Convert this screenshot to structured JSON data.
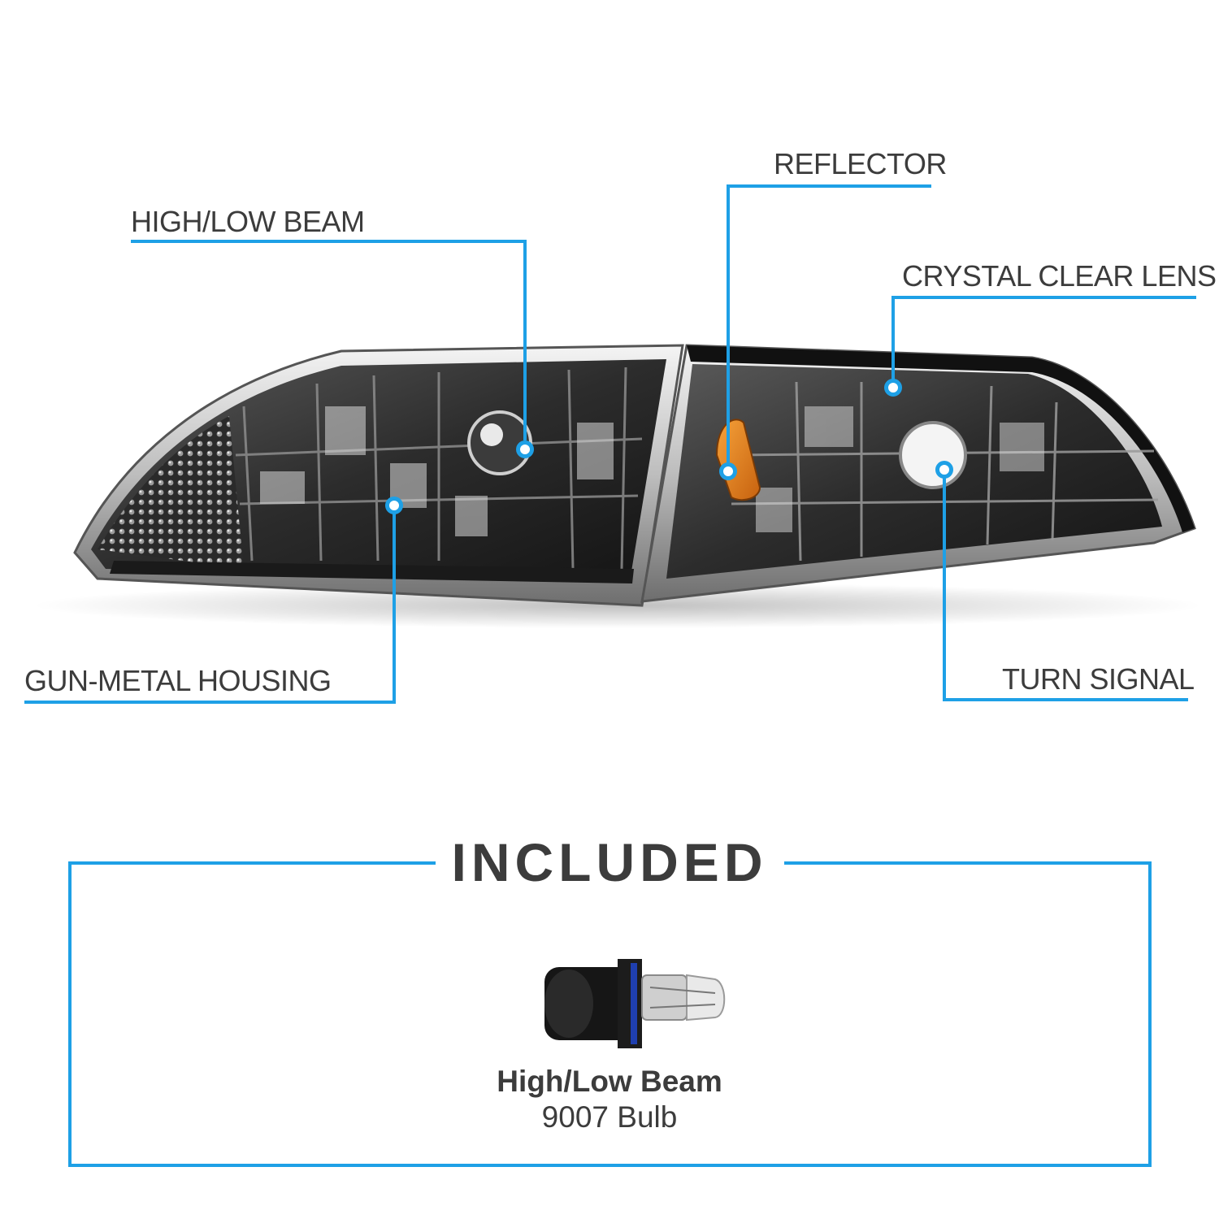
{
  "callouts": {
    "high_low_beam": "HIGH/LOW BEAM",
    "reflector": "REFLECTOR",
    "crystal_clear_lens": "CRYSTAL CLEAR LENS",
    "gun_metal_housing": "GUN-METAL HOUSING",
    "turn_signal": "TURN SIGNAL"
  },
  "included": {
    "title": "INCLUDED",
    "bulb_name": "High/Low Beam",
    "bulb_type": "9007 Bulb"
  },
  "colors": {
    "accent": "#1ea0e6",
    "text": "#3c3c3c",
    "amber_reflector": "#e8821a"
  }
}
